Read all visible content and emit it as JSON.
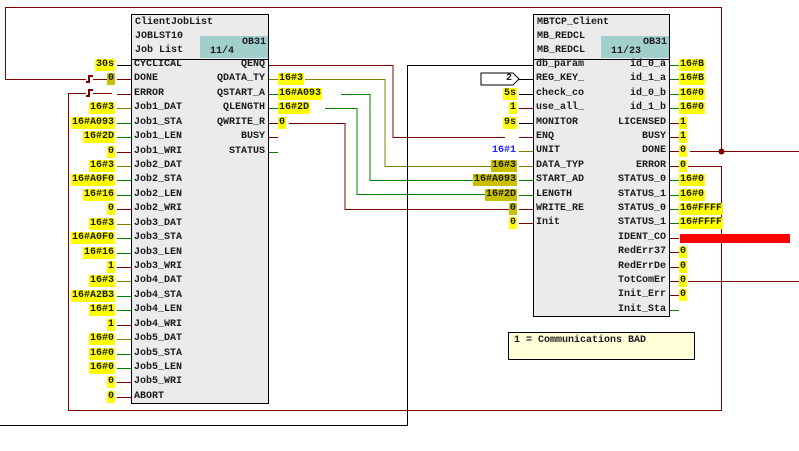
{
  "colors": {
    "bool": "#800000",
    "word": "#008000",
    "byte": "#808000",
    "any": "#000000",
    "const_bg": "#ffff00",
    "connected_bg": "#c8c000",
    "error_bar": "#ff0000"
  },
  "left_block": {
    "name": "ClientJobList",
    "type": "JOBLST10",
    "comment": "Job List",
    "ob": "OB31",
    "seq": "11/4",
    "inputs": [
      {
        "pin": "CYCLICAL",
        "value": "30s",
        "style": "const",
        "w": "any"
      },
      {
        "pin": "DONE",
        "value": "0",
        "style": "conn",
        "w": "bool"
      },
      {
        "pin": "ERROR",
        "value": "",
        "style": "none",
        "w": "bool"
      },
      {
        "pin": "Job1_DAT",
        "value": "16#3",
        "style": "const",
        "w": "byte"
      },
      {
        "pin": "Job1_STA",
        "value": "16#A093",
        "style": "const",
        "w": "word"
      },
      {
        "pin": "Job1_LEN",
        "value": "16#2D",
        "style": "const",
        "w": "word"
      },
      {
        "pin": "Job1_WRI",
        "value": "0",
        "style": "const",
        "w": "bool"
      },
      {
        "pin": "Job2_DAT",
        "value": "16#3",
        "style": "const",
        "w": "byte"
      },
      {
        "pin": "Job2_STA",
        "value": "16#A0F0",
        "style": "const",
        "w": "word"
      },
      {
        "pin": "Job2_LEN",
        "value": "16#16",
        "style": "const",
        "w": "word"
      },
      {
        "pin": "Job2_WRI",
        "value": "0",
        "style": "const",
        "w": "bool"
      },
      {
        "pin": "Job3_DAT",
        "value": "16#3",
        "style": "const",
        "w": "byte"
      },
      {
        "pin": "Job3_STA",
        "value": "16#A0F0",
        "style": "const",
        "w": "word"
      },
      {
        "pin": "Job3_LEN",
        "value": "16#16",
        "style": "const",
        "w": "word"
      },
      {
        "pin": "Job3_WRI",
        "value": "1",
        "style": "const",
        "w": "bool"
      },
      {
        "pin": "Job4_DAT",
        "value": "16#3",
        "style": "const",
        "w": "byte"
      },
      {
        "pin": "Job4_STA",
        "value": "16#A2B3",
        "style": "const",
        "w": "word"
      },
      {
        "pin": "Job4_LEN",
        "value": "16#1",
        "style": "const",
        "w": "word"
      },
      {
        "pin": "Job4_WRI",
        "value": "1",
        "style": "const",
        "w": "bool"
      },
      {
        "pin": "Job5_DAT",
        "value": "16#0",
        "style": "const",
        "w": "byte"
      },
      {
        "pin": "Job5_STA",
        "value": "16#0",
        "style": "const",
        "w": "word"
      },
      {
        "pin": "Job5_LEN",
        "value": "16#0",
        "style": "const",
        "w": "word"
      },
      {
        "pin": "Job5_WRI",
        "value": "0",
        "style": "const",
        "w": "bool"
      },
      {
        "pin": "ABORT",
        "value": "0",
        "style": "const",
        "w": "bool"
      }
    ],
    "outputs": [
      {
        "pin": "QENQ",
        "value": "",
        "style": "none",
        "w": "bool"
      },
      {
        "pin": "QDATA_TY",
        "value": "16#3",
        "style": "const",
        "w": "byte"
      },
      {
        "pin": "QSTART_A",
        "value": "16#A093",
        "style": "const",
        "w": "word"
      },
      {
        "pin": "QLENGTH",
        "value": "16#2D",
        "style": "const",
        "w": "word"
      },
      {
        "pin": "QWRITE_R",
        "value": "0",
        "style": "const",
        "w": "bool"
      },
      {
        "pin": "BUSY",
        "value": "",
        "style": "none",
        "w": "bool"
      },
      {
        "pin": "STATUS",
        "value": "",
        "style": "none",
        "w": "word"
      }
    ]
  },
  "right_block": {
    "name": "MBTCP_Client",
    "type": "MB_REDCL",
    "comment": "MB_REDCL",
    "ob": "OB31",
    "seq": "11/23",
    "inputs": [
      {
        "pin": "db_param",
        "value": "",
        "style": "none",
        "w": "any"
      },
      {
        "pin": "REG_KEY_",
        "value": "2",
        "style": "tag",
        "w": "any"
      },
      {
        "pin": "check_co",
        "value": "5s",
        "style": "const",
        "w": "any"
      },
      {
        "pin": "use_all_",
        "value": "1",
        "style": "const",
        "w": "bool"
      },
      {
        "pin": "MONITOR",
        "value": "9s",
        "style": "const",
        "w": "any"
      },
      {
        "pin": "ENQ",
        "value": "",
        "style": "none",
        "w": "bool"
      },
      {
        "pin": "UNIT",
        "value": "16#1",
        "style": "blue",
        "w": "byte"
      },
      {
        "pin": "DATA_TYP",
        "value": "16#3",
        "style": "conn",
        "w": "byte"
      },
      {
        "pin": "START_AD",
        "value": "16#A093",
        "style": "conn",
        "w": "word"
      },
      {
        "pin": "LENGTH",
        "value": "16#2D",
        "style": "conn",
        "w": "word"
      },
      {
        "pin": "WRITE_RE",
        "value": "0",
        "style": "conn",
        "w": "bool"
      },
      {
        "pin": "Init",
        "value": "0",
        "style": "const",
        "w": "bool"
      }
    ],
    "outputs": [
      {
        "pin": "id_0_a",
        "value": "16#B",
        "style": "const",
        "w": "word"
      },
      {
        "pin": "id_1_a",
        "value": "16#B",
        "style": "const",
        "w": "word"
      },
      {
        "pin": "id_0_b",
        "value": "16#0",
        "style": "const",
        "w": "word"
      },
      {
        "pin": "id_1_b",
        "value": "16#0",
        "style": "const",
        "w": "word"
      },
      {
        "pin": "LICENSED",
        "value": "1",
        "style": "const",
        "w": "bool"
      },
      {
        "pin": "BUSY",
        "value": "1",
        "style": "const",
        "w": "bool"
      },
      {
        "pin": "DONE",
        "value": "0",
        "style": "const",
        "w": "bool"
      },
      {
        "pin": "ERROR",
        "value": "0",
        "style": "const",
        "w": "bool"
      },
      {
        "pin": "STATUS_0",
        "value": "16#0",
        "style": "const",
        "w": "word"
      },
      {
        "pin": "STATUS_1",
        "value": "16#0",
        "style": "const",
        "w": "word"
      },
      {
        "pin": "STATUS_0",
        "value": "16#FFFF",
        "style": "const",
        "w": "word"
      },
      {
        "pin": "STATUS_1",
        "value": "16#FFFF",
        "style": "const",
        "w": "word"
      },
      {
        "pin": "IDENT_CO",
        "value": "",
        "style": "redbar",
        "w": "bool"
      },
      {
        "pin": "RedErr37",
        "value": "0",
        "style": "const",
        "w": "bool"
      },
      {
        "pin": "RedErrDe",
        "value": "0",
        "style": "const",
        "w": "bool"
      },
      {
        "pin": "TotComEr",
        "value": "0",
        "style": "const",
        "w": "bool"
      },
      {
        "pin": "Init_Err",
        "value": "0",
        "style": "const",
        "w": "bool"
      },
      {
        "pin": "Init_Sta",
        "value": "",
        "style": "none",
        "w": "word"
      }
    ]
  },
  "comment_box": {
    "text": "1 = Communications BAD"
  }
}
